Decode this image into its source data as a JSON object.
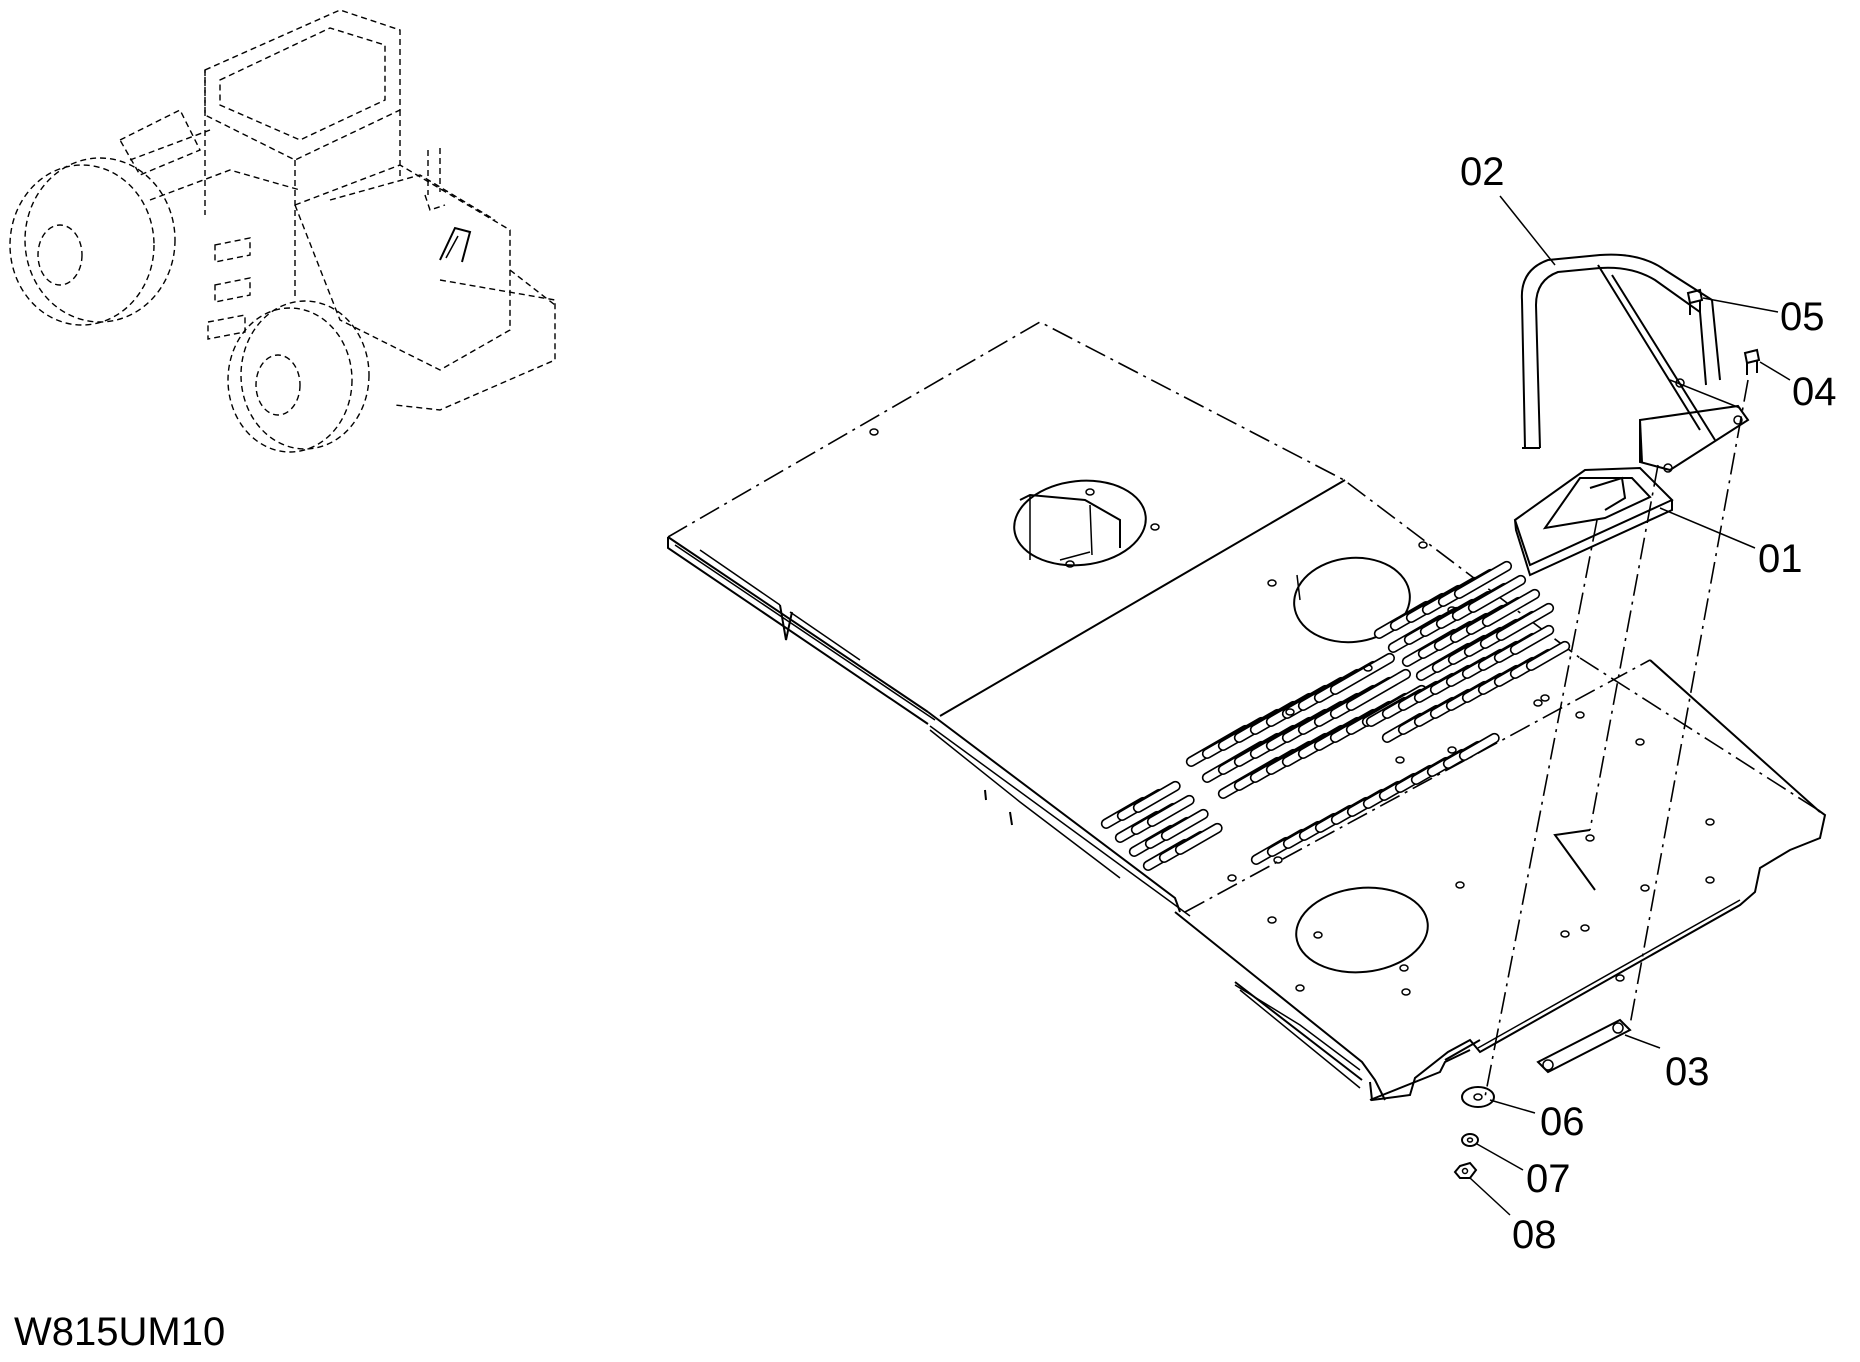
{
  "drawing_code": "W815UM10",
  "callouts": [
    {
      "id": "01",
      "label": "01"
    },
    {
      "id": "02",
      "label": "02"
    },
    {
      "id": "03",
      "label": "03"
    },
    {
      "id": "04",
      "label": "04"
    },
    {
      "id": "05",
      "label": "05"
    },
    {
      "id": "06",
      "label": "06"
    },
    {
      "id": "07",
      "label": "07"
    },
    {
      "id": "08",
      "label": "08"
    }
  ]
}
